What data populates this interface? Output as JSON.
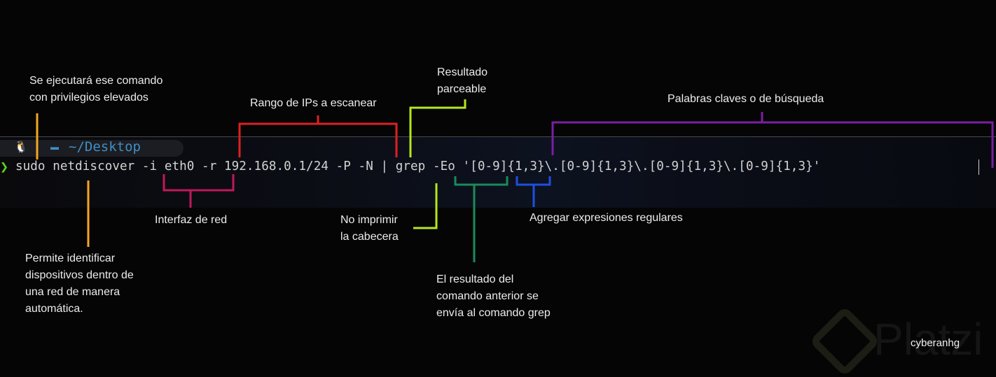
{
  "terminal": {
    "prompt_icon": "tux-icon",
    "folder_icon": "folder-icon",
    "cwd": "~/Desktop",
    "prompt_symbol": "❯",
    "command": "sudo netdiscover -i eth0 -r 192.168.0.1/24 -P -N | grep -Eo '[0-9]{1,3}\\.[0-9]{1,3}\\.[0-9]{1,3}\\.[0-9]{1,3}'"
  },
  "annotations": {
    "sudo": "Se ejecutará ese comando\ncon privilegios elevados",
    "netdiscover": "Permite identificar\ndispositivos dentro de\nuna red de manera\nautomática.",
    "interface": "Interfaz de red",
    "range": "Rango de IPs a escanear",
    "parseable": "Resultado\nparceable",
    "no_header": "No imprimir\nla cabecera",
    "pipe": "El resultado del\ncomando anterior se\nenvía al comando grep",
    "regex": "Agregar expresiones regulares",
    "keywords": "Palabras claves o de búsqueda"
  },
  "colors": {
    "sudo": "#f5a623",
    "netdiscover": "#f5a623",
    "interface": "#c2185b",
    "range": "#e02020",
    "parseable": "#b5e61d",
    "no_header": "#b5e61d",
    "pipe": "#1b8a5a",
    "regex": "#1f4fe0",
    "keywords": "#7b1fa2"
  },
  "watermark": {
    "brand": "Platzi"
  },
  "author": "cyberanhg"
}
